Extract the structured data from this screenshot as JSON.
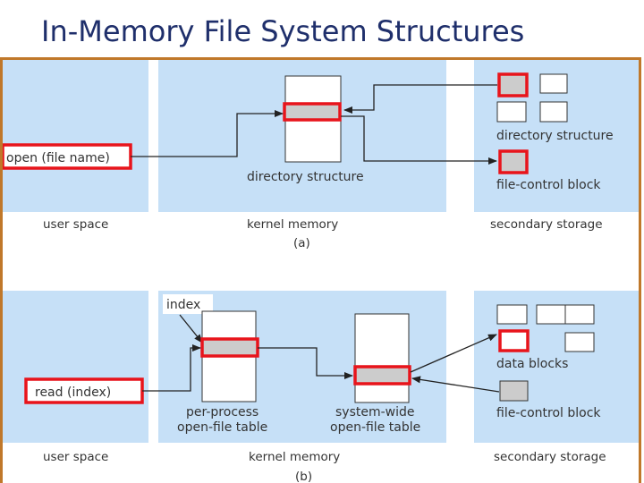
{
  "title": "In-Memory File System Structures",
  "panel_a": {
    "open_call": "open (file name)",
    "directory_structure_memory": "directory structure",
    "directory_structure_disk": "directory structure",
    "file_control_block": "file-control block",
    "user_space": "user space",
    "kernel_memory": "kernel memory",
    "secondary_storage": "secondary storage",
    "caption": "(a)"
  },
  "panel_b": {
    "index": "index",
    "read_call": "read (index)",
    "per_process_line1": "per-process",
    "per_process_line2": "open-file table",
    "system_wide_line1": "system-wide",
    "system_wide_line2": "open-file table",
    "data_blocks": "data blocks",
    "file_control_block": "file-control block",
    "user_space": "user space",
    "kernel_memory": "kernel memory",
    "secondary_storage": "secondary storage",
    "caption": "(b)"
  },
  "colors": {
    "title": "#1f2f6b",
    "frame": "#c0782a",
    "panel_fill": "#c6e0f7",
    "highlight": "#e8141b",
    "cell_fill": "#cccccc"
  }
}
